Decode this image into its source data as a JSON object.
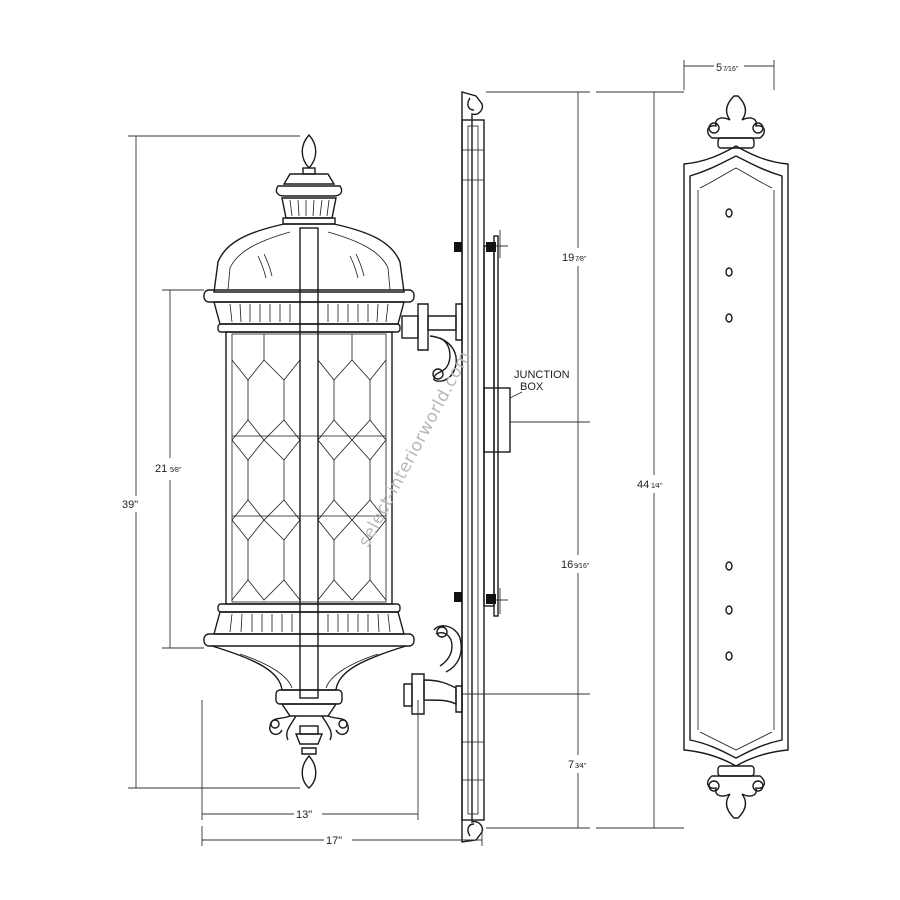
{
  "dimensions": {
    "overall_height": "39\"",
    "glass_height": "21",
    "glass_height_frac": "5⁄8\"",
    "fixture_width": "13\"",
    "overall_depth": "17\"",
    "top_to_junction": "19",
    "top_to_junction_frac": "7⁄8\"",
    "junction_to_arm": "16",
    "junction_to_arm_frac": "9⁄16\"",
    "arm_to_bottom": "7",
    "arm_to_bottom_frac": "3⁄4\"",
    "backplate_height": "44",
    "backplate_height_frac": "1⁄4\"",
    "backplate_width": "5",
    "backplate_width_frac": "7⁄16\""
  },
  "labels": {
    "junction_line1": "JUNCTION",
    "junction_line2": "BOX"
  },
  "watermark": "select-interiorworld.com"
}
